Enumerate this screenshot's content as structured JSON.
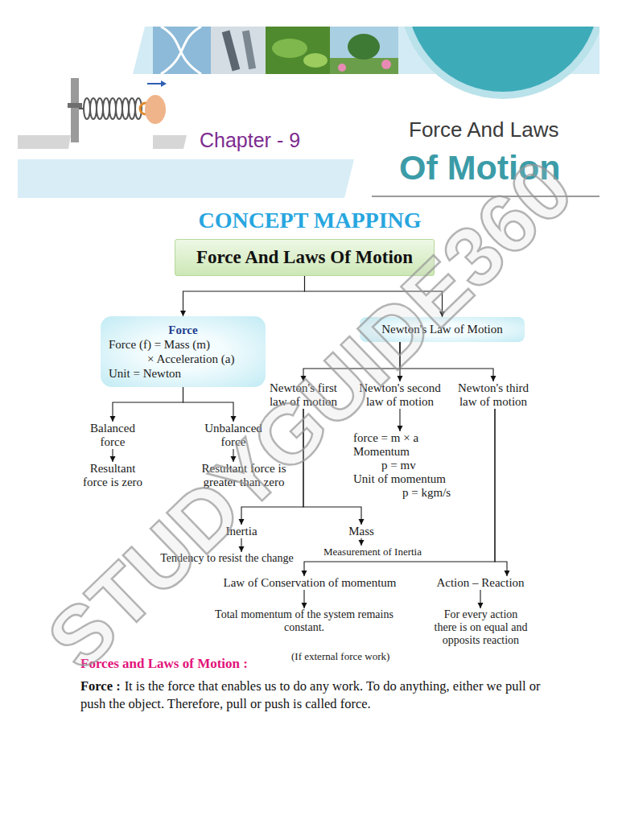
{
  "diagram": {
    "title": "CONCEPT MAPPING",
    "nodes": [
      {
        "text": [
          "Force And Laws Of Motion"
        ]
      },
      {
        "text": [
          "Force",
          "Force (f) = Mass (m) × Acceleration (a)",
          "Unit = Newton"
        ]
      },
      {
        "text": [
          "Newton's Law of Motion"
        ]
      },
      {
        "text": [
          "Newton's first law of motion"
        ]
      },
      {
        "text": [
          "Newton's second law of motion"
        ]
      },
      {
        "text": [
          "Newton's third law of motion"
        ]
      },
      {
        "text": [
          "Balanced force"
        ]
      },
      {
        "text": [
          "Resultant force is zero"
        ]
      },
      {
        "text": [
          "Unbalanced force"
        ]
      },
      {
        "text": [
          "Resultant force is greater than zero"
        ]
      },
      {
        "text": [
          "force = m × a",
          "Momentum",
          "p = mv",
          "Unit of momentum",
          "p = kgm/s"
        ]
      },
      {
        "text": [
          "Inertia"
        ]
      },
      {
        "text": [
          "Tendency to resist the change"
        ]
      },
      {
        "text": [
          "Mass"
        ]
      },
      {
        "text": [
          "Measurement of Inertia"
        ]
      },
      {
        "text": [
          "Law of Conservation of momentum"
        ]
      },
      {
        "text": [
          "Total momentum of the system remains constant."
        ]
      },
      {
        "text": [
          "Action – Reaction"
        ]
      },
      {
        "text": [
          "For every action there is on equal and opposits reaction"
        ]
      }
    ],
    "edges": [
      {
        "from": 0,
        "to": 1,
        "arrow": "to"
      },
      {
        "from": 0,
        "to": 2,
        "arrow": "to"
      },
      {
        "from": 1,
        "to": 6,
        "arrow": "to"
      },
      {
        "from": 1,
        "to": 8,
        "arrow": "to"
      },
      {
        "from": 6,
        "to": 7,
        "arrow": "to"
      },
      {
        "from": 8,
        "to": 9,
        "arrow": "to"
      },
      {
        "from": 2,
        "to": 3,
        "arrow": "to"
      },
      {
        "from": 2,
        "to": 4,
        "arrow": "to"
      },
      {
        "from": 2,
        "to": 5,
        "arrow": "to"
      },
      {
        "from": 4,
        "to": 10,
        "arrow": "to"
      },
      {
        "from": 3,
        "to": 11,
        "arrow": "to"
      },
      {
        "from": 3,
        "to": 13,
        "arrow": "to"
      },
      {
        "from": 11,
        "to": 12,
        "arrow": "to"
      },
      {
        "from": 13,
        "to": 14,
        "arrow": "to"
      },
      {
        "from": 5,
        "to": 15,
        "arrow": "to"
      },
      {
        "from": 5,
        "to": 17,
        "arrow": "to"
      },
      {
        "from": 15,
        "to": 16,
        "arrow": "to"
      },
      {
        "from": 17,
        "to": 18,
        "arrow": "to"
      }
    ],
    "labels": [
      "Chapter - 9",
      "Force And Laws",
      "Of Motion",
      "(If external force work)",
      "Forces and Laws of Motion :",
      "Force :",
      "It is the force that enables us to do any work. To do anything, either we pull or push the object. Therefore, pull or push is called force.",
      "STUDYGUIDE360"
    ]
  }
}
